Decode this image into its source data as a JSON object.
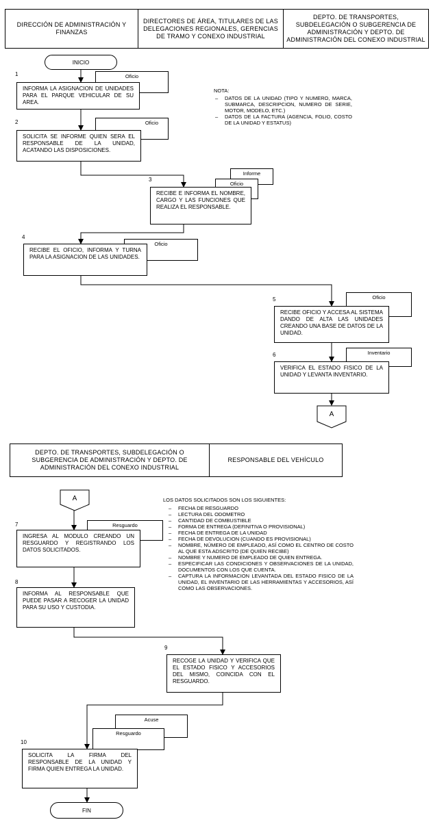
{
  "header1": {
    "col1": "DIRECCIÓN DE ADMINISTRACIÓN Y FINANZAS",
    "col2": "DIRECTORES DE ÁREA, TITULARES DE LAS DELEGACIONES REGIONALES, GERENCIAS DE TRAMO Y CONEXO INDUSTRIAL",
    "col3": "DEPTO. DE TRANSPORTES, SUBDELEGACIÓN O SUBGERENCIA DE ADMINISTRACIÓN Y DEPTO. DE ADMINISTRACIÓN DEL CONEXO INDUSTRIAL"
  },
  "header2": {
    "col1": "DEPTO. DE TRANSPORTES, SUBDELEGACIÓN O SUBGERENCIA DE ADMINISTRACIÓN Y DEPTO. DE ADMINISTRACIÓN DEL CONEXO INDUSTRIAL",
    "col2": "RESPONSABLE DEL VEHÍCULO"
  },
  "terminals": {
    "start": "INICIO",
    "end": "FIN"
  },
  "connector": "A",
  "steps": [
    {
      "num": "1",
      "text": "INFORMA LA ASIGNACION DE UNIDADES PARA EL PARQUE VEHICULAR DE SU AREA.",
      "docs": [
        "Oficio"
      ]
    },
    {
      "num": "2",
      "text": "SOLICITA SE INFORME QUIEN SERA EL RESPONSABLE DE LA UNIDAD, ACATANDO LAS DISPOSICIONES.",
      "docs": [
        "Oficio"
      ]
    },
    {
      "num": "3",
      "text": "RECIBE E INFORMA EL NOMBRE, CARGO Y LAS FUNCIONES QUE REALIZA EL RESPONSABLE.",
      "docs": [
        "Informe",
        "Oficio"
      ]
    },
    {
      "num": "4",
      "text": "RECIBE EL OFICIO, INFORMA Y TURNA PARA LA ASIGNACION DE LAS UNIDADES.",
      "docs": [
        "Oficio"
      ]
    },
    {
      "num": "5",
      "text": "RECIBE OFICIO Y ACCESA AL SISTEMA DANDO DE ALTA LAS UNIDADES CREANDO UNA BASE DE DATOS DE LA UNIDAD.",
      "docs": [
        "Oficio"
      ]
    },
    {
      "num": "6",
      "text": "VERIFICA EL ESTADO FISICO DE LA UNIDAD Y LEVANTA INVENTARIO.",
      "docs": [
        "Inventario"
      ]
    },
    {
      "num": "7",
      "text": "INGRESA AL MODULO CREANDO UN RESGUARDO Y REGISTRANDO LOS DATOS SOLICITADOS.",
      "docs": [
        "Resguardo"
      ]
    },
    {
      "num": "8",
      "text": "INFORMA AL RESPONSABLE QUE PUEDE PASAR A RECOGER LA UNIDAD PARA SU USO Y CUSTODIA.",
      "docs": []
    },
    {
      "num": "9",
      "text": "RECOGE LA UNIDAD Y VERIFICA QUE EL ESTADO FISICO Y ACCESORIOS DEL MISMO, COINCIDA CON EL RESGUARDO.",
      "docs": []
    },
    {
      "num": "10",
      "text": "SOLICITA LA FIRMA DEL RESPONSABLE DE LA UNIDAD Y FIRMA QUIEN ENTREGA LA UNIDAD.",
      "docs": [
        "Acuse",
        "Resguardo"
      ]
    }
  ],
  "note1": {
    "title": "NOTA:",
    "items": [
      "DATOS DE LA UNIDAD (TIPO Y NUMERO, MARCA, SUBMARCA, DESCRIPCION, NUMERO DE SERIE, MOTOR, MODELO, ETC.)",
      "DATOS DE LA FACTURA (AGENCIA, FOLIO, COSTO DE LA UNIDAD Y ESTATUS)"
    ]
  },
  "note2": {
    "title": "LOS DATOS SOLICITADOS SON LOS SIGUIENTES:",
    "items": [
      "FECHA DE RESGUARDO",
      "LECTURA DEL ODOMETRO",
      "CANTIDAD DE COMBUSTIBLE",
      "FORMA DE ENTREGA (DEFINITIVA O PROVISIONAL)",
      "FECHA DE ENTREGA DE LA UNIDAD",
      "FECHA DE DEVOLUCION (CUANDO ES PROVISIONAL)",
      "NOMBRE, NÚMERO DE EMPLEADO, ASÍ COMO EL CENTRO DE COSTO AL QUE ESTA ADSCRITO (DE QUIEN RECIBE)",
      "NOMBRE Y NUMERO DE EMPLEADO DE QUIEN ENTREGA.",
      "ESPECIFICAR LAS CONDICIONES Y OBSERVACIONES DE LA UNIDAD, DOCUMENTOS CON LOS QUE CUENTA.",
      "CAPTURA LA INFORMACION LEVANTADA DEL ESTADO FISICO DE LA UNIDAD, EL INVENTARIO DE LAS HERRAMIENTAS Y ACCESORIOS, ASÍ COMO LAS OBSERVACIONES."
    ]
  }
}
